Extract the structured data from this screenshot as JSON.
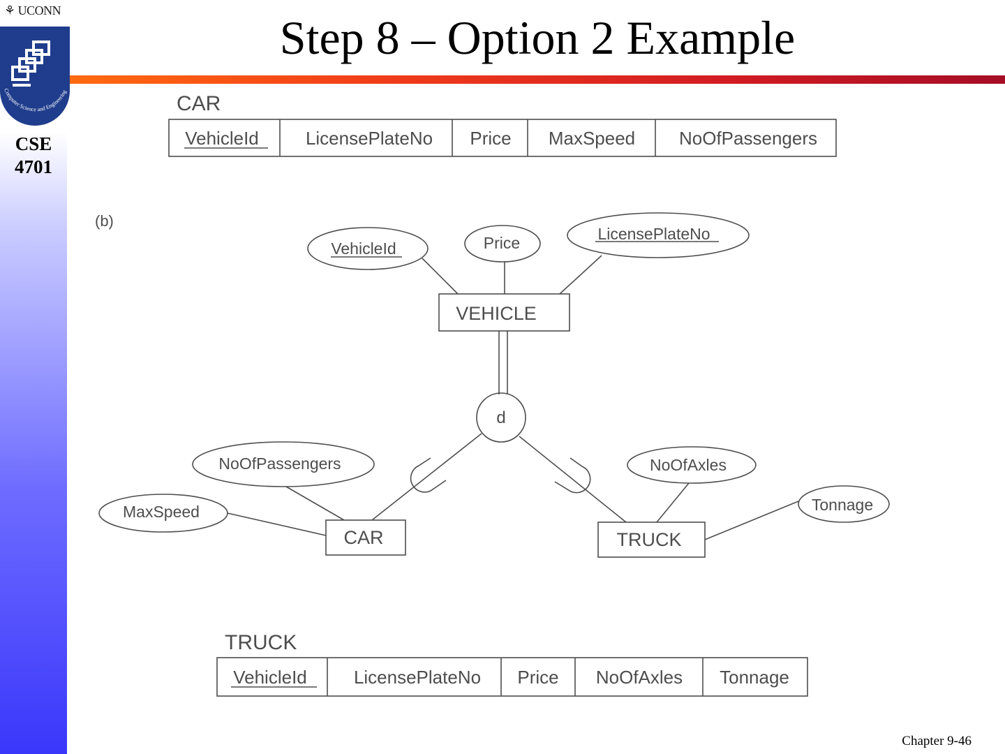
{
  "header": {
    "title": "Step 8 – Option 2 Example",
    "university": "UCONN",
    "logo_caption": "Computer Science and Engineering",
    "course_line1": "CSE",
    "course_line2": "4701"
  },
  "footer": {
    "page_label": "Chapter 9-46"
  },
  "car_relation": {
    "name": "CAR",
    "columns": [
      "VehicleId",
      "LicensePlateNo",
      "Price",
      "MaxSpeed",
      "NoOfPassengers"
    ],
    "key_column": "VehicleId"
  },
  "truck_relation": {
    "name": "TRUCK",
    "columns": [
      "VehicleId",
      "LicensePlateNo",
      "Price",
      "NoOfAxles",
      "Tonnage"
    ],
    "key_column": "VehicleId"
  },
  "er_diagram": {
    "label": "(b)",
    "superclass": {
      "name": "VEHICLE",
      "attributes": [
        "VehicleId",
        "Price",
        "LicensePlateNo"
      ],
      "key_attribute": "VehicleId"
    },
    "specialization": {
      "symbol": "d"
    },
    "subclasses": [
      {
        "name": "CAR",
        "attributes": [
          "NoOfPassengers",
          "MaxSpeed"
        ]
      },
      {
        "name": "TRUCK",
        "attributes": [
          "NoOfAxles",
          "Tonnage"
        ]
      }
    ]
  },
  "colors": {
    "sidebar_top": "#ffffff",
    "sidebar_bottom": "#3a37fb",
    "rule_left": "#ff6a10",
    "rule_right": "#a50d26",
    "diagram_stroke": "#4d4d4d"
  }
}
